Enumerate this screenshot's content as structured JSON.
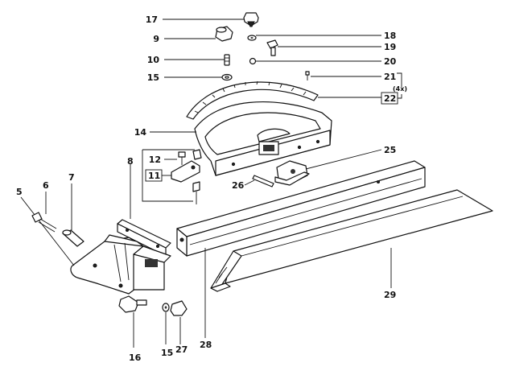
{
  "callouts": {
    "c17": "17",
    "c9": "9",
    "c10": "10",
    "c15a": "15",
    "c18": "18",
    "c19": "19",
    "c20": "20",
    "c21": "21",
    "c4x": "(4x)",
    "c22": "22",
    "c14": "14",
    "c12": "12",
    "c11": "11",
    "c8": "8",
    "c25": "25",
    "c26": "26",
    "c5": "5",
    "c6": "6",
    "c7": "7",
    "c16": "16",
    "c15b": "15",
    "c27": "27",
    "c28": "28",
    "c29": "29"
  }
}
